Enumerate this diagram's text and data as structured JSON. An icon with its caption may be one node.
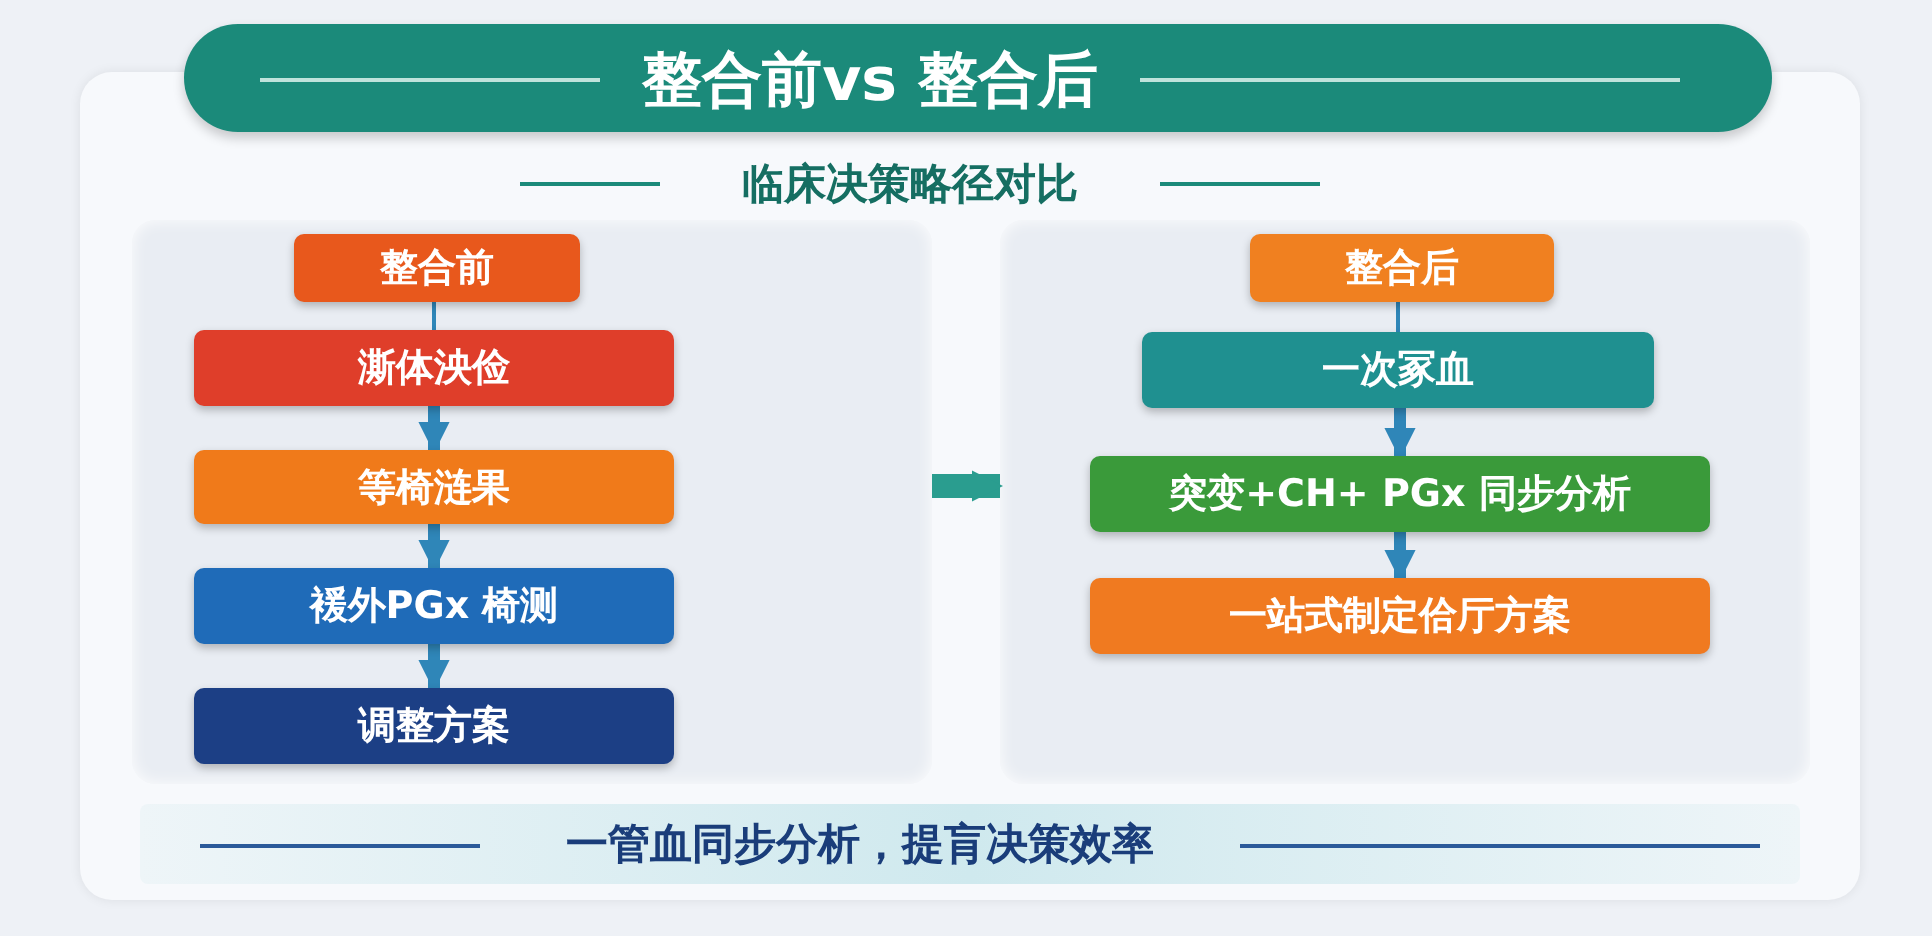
{
  "diagram": {
    "title": "整合前vs 整合后",
    "nodes": [
      {
        "text": [],
        "shape": "box"
      },
      {
        "text": [
          "整合前"
        ],
        "in": 0
      },
      {
        "text": [
          "澌体泱俭"
        ],
        "in": 0
      },
      {
        "text": [
          "等椅涟果"
        ],
        "in": 0
      },
      {
        "text": [
          "褑外PGx 椅测"
        ],
        "in": 0
      },
      {
        "text": [
          "调整方案"
        ],
        "in": 0
      },
      {
        "text": [],
        "shape": "box"
      },
      {
        "text": [
          "整合后"
        ],
        "in": 6
      },
      {
        "text": [
          "一次冢血"
        ],
        "in": 6
      },
      {
        "text": [
          "突变+CH+ PGx 同步分析"
        ],
        "in": 6
      },
      {
        "text": [
          "一站式制定佮厅方案"
        ],
        "in": 6
      }
    ],
    "edges": [
      {
        "from": 1,
        "to": 2,
        "arrow": "none"
      },
      {
        "from": 2,
        "to": 3,
        "arrow": "to"
      },
      {
        "from": 3,
        "to": 4,
        "arrow": "to"
      },
      {
        "from": 4,
        "to": 5,
        "arrow": "to"
      },
      {
        "from": 7,
        "to": 8,
        "arrow": "none"
      },
      {
        "from": 8,
        "to": 9,
        "arrow": "to"
      },
      {
        "from": 9,
        "to": 10,
        "arrow": "to"
      },
      {
        "from": 0,
        "to": 6,
        "arrow": "to",
        "style": "thick",
        "color": "#2a9d8f"
      }
    ],
    "labels": [
      "临床决策略径对比",
      "一管血同步分析，提肓决策效率"
    ]
  }
}
